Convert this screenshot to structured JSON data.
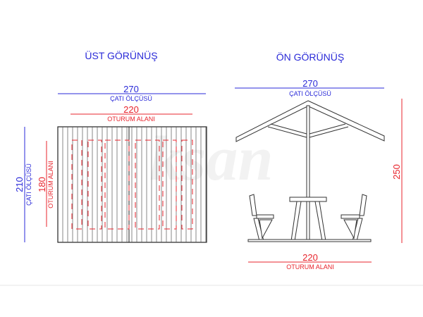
{
  "watermark": "ksan",
  "top_view": {
    "title": "ÜST GÖRÜNÜŞ",
    "roof_width": "270",
    "roof_width_label": "ÇATI ÖLÇÜSÜ",
    "seat_width": "220",
    "seat_width_label": "OTURUM ALANI",
    "roof_depth": "210",
    "roof_depth_label": "ÇATI ÖLÇÜSÜ",
    "seat_depth": "180",
    "seat_depth_label": "OTURUM ALANI"
  },
  "front_view": {
    "title": "ÖN GÖRÜNÜŞ",
    "roof_width": "270",
    "roof_width_label": "ÇATI ÖLÇÜSÜ",
    "height": "250",
    "seat_width": "220",
    "seat_width_label": "OTURUM ALANI"
  },
  "colors": {
    "roof_dimension": "#2a2ad8",
    "seat_dimension": "#e8242c",
    "drawing": "#222222"
  }
}
